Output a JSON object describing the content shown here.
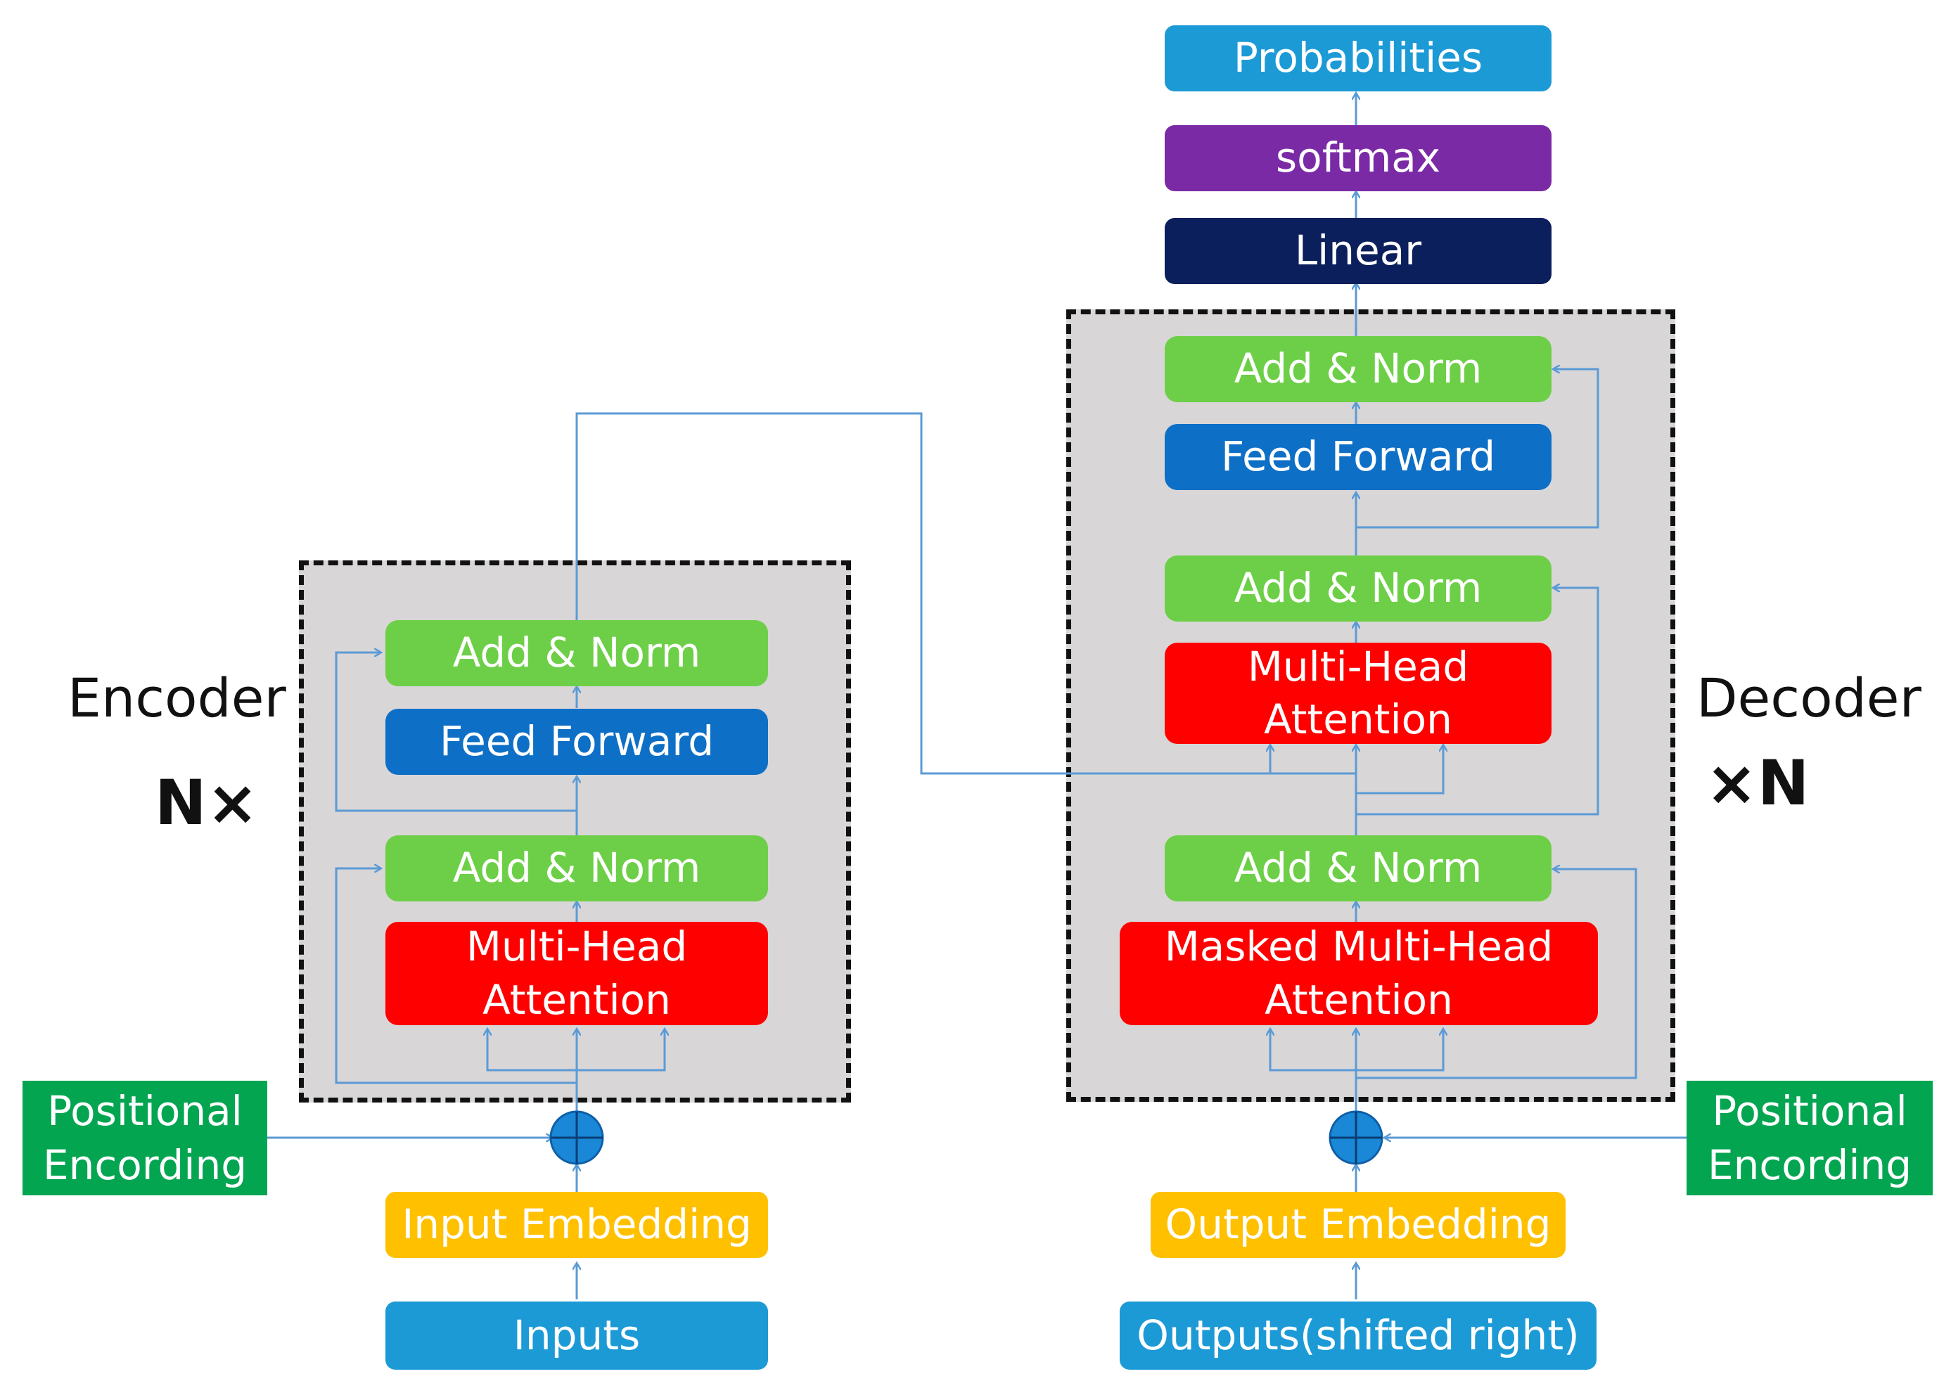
{
  "colors": {
    "add_norm": "#6dcf47",
    "feed_forward": "#0e6fc6",
    "attention": "#ff0000",
    "embedding": "#ffc000",
    "io": "#1c9ad6",
    "positional": "#04a551",
    "softmax": "#7b2aa6",
    "linear": "#0b1f5c",
    "frame_fill": "#d9d6d8",
    "wire": "#5b9bd5"
  },
  "encoder": {
    "label": "Encoder",
    "n_label": "N×",
    "blocks": {
      "add_norm_top": "Add & Norm",
      "feed_forward": "Feed Forward",
      "add_norm_bottom": "Add & Norm",
      "attention": "Multi-Head\nAttention"
    },
    "positional": "Positional\nEncording",
    "embedding": "Input Embedding",
    "input": "Inputs"
  },
  "decoder": {
    "label": "Decoder",
    "n_label": "×N",
    "blocks": {
      "add_norm_top": "Add & Norm",
      "feed_forward": "Feed Forward",
      "add_norm_mid": "Add & Norm",
      "cross_attention": "Multi-Head\nAttention",
      "add_norm_bottom": "Add & Norm",
      "masked_attention": "Masked Multi-Head\nAttention"
    },
    "positional": "Positional\nEncording",
    "embedding": "Output Embedding",
    "input": "Outputs(shifted right)"
  },
  "head": {
    "probabilities": "Probabilities",
    "softmax": "softmax",
    "linear": "Linear"
  }
}
